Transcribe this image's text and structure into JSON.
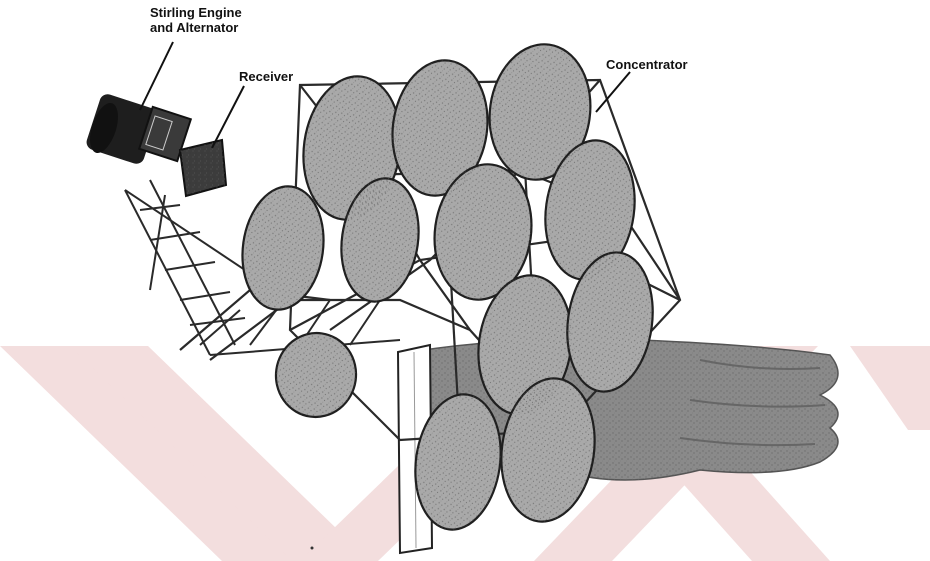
{
  "labels": {
    "engine_line1": "Stirling Engine",
    "engine_line2": "and Alternator",
    "receiver": "Receiver",
    "concentrator": "Concentrator"
  },
  "colors": {
    "watermark": "#f3dede",
    "mirror_fill": "#a9a9a9",
    "shadow_fill": "#8a8a8a",
    "frame_stroke": "#2a2a2a",
    "engine_fill": "#1e1e1e"
  }
}
